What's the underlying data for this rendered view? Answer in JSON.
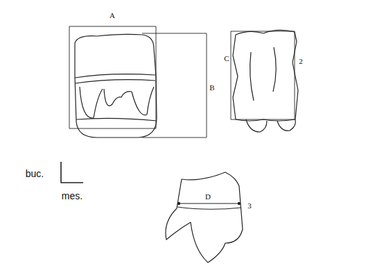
{
  "diagram": {
    "labels": [
      "A",
      "B",
      "C",
      "2",
      "D",
      "3",
      "buc.",
      "mes."
    ]
  }
}
